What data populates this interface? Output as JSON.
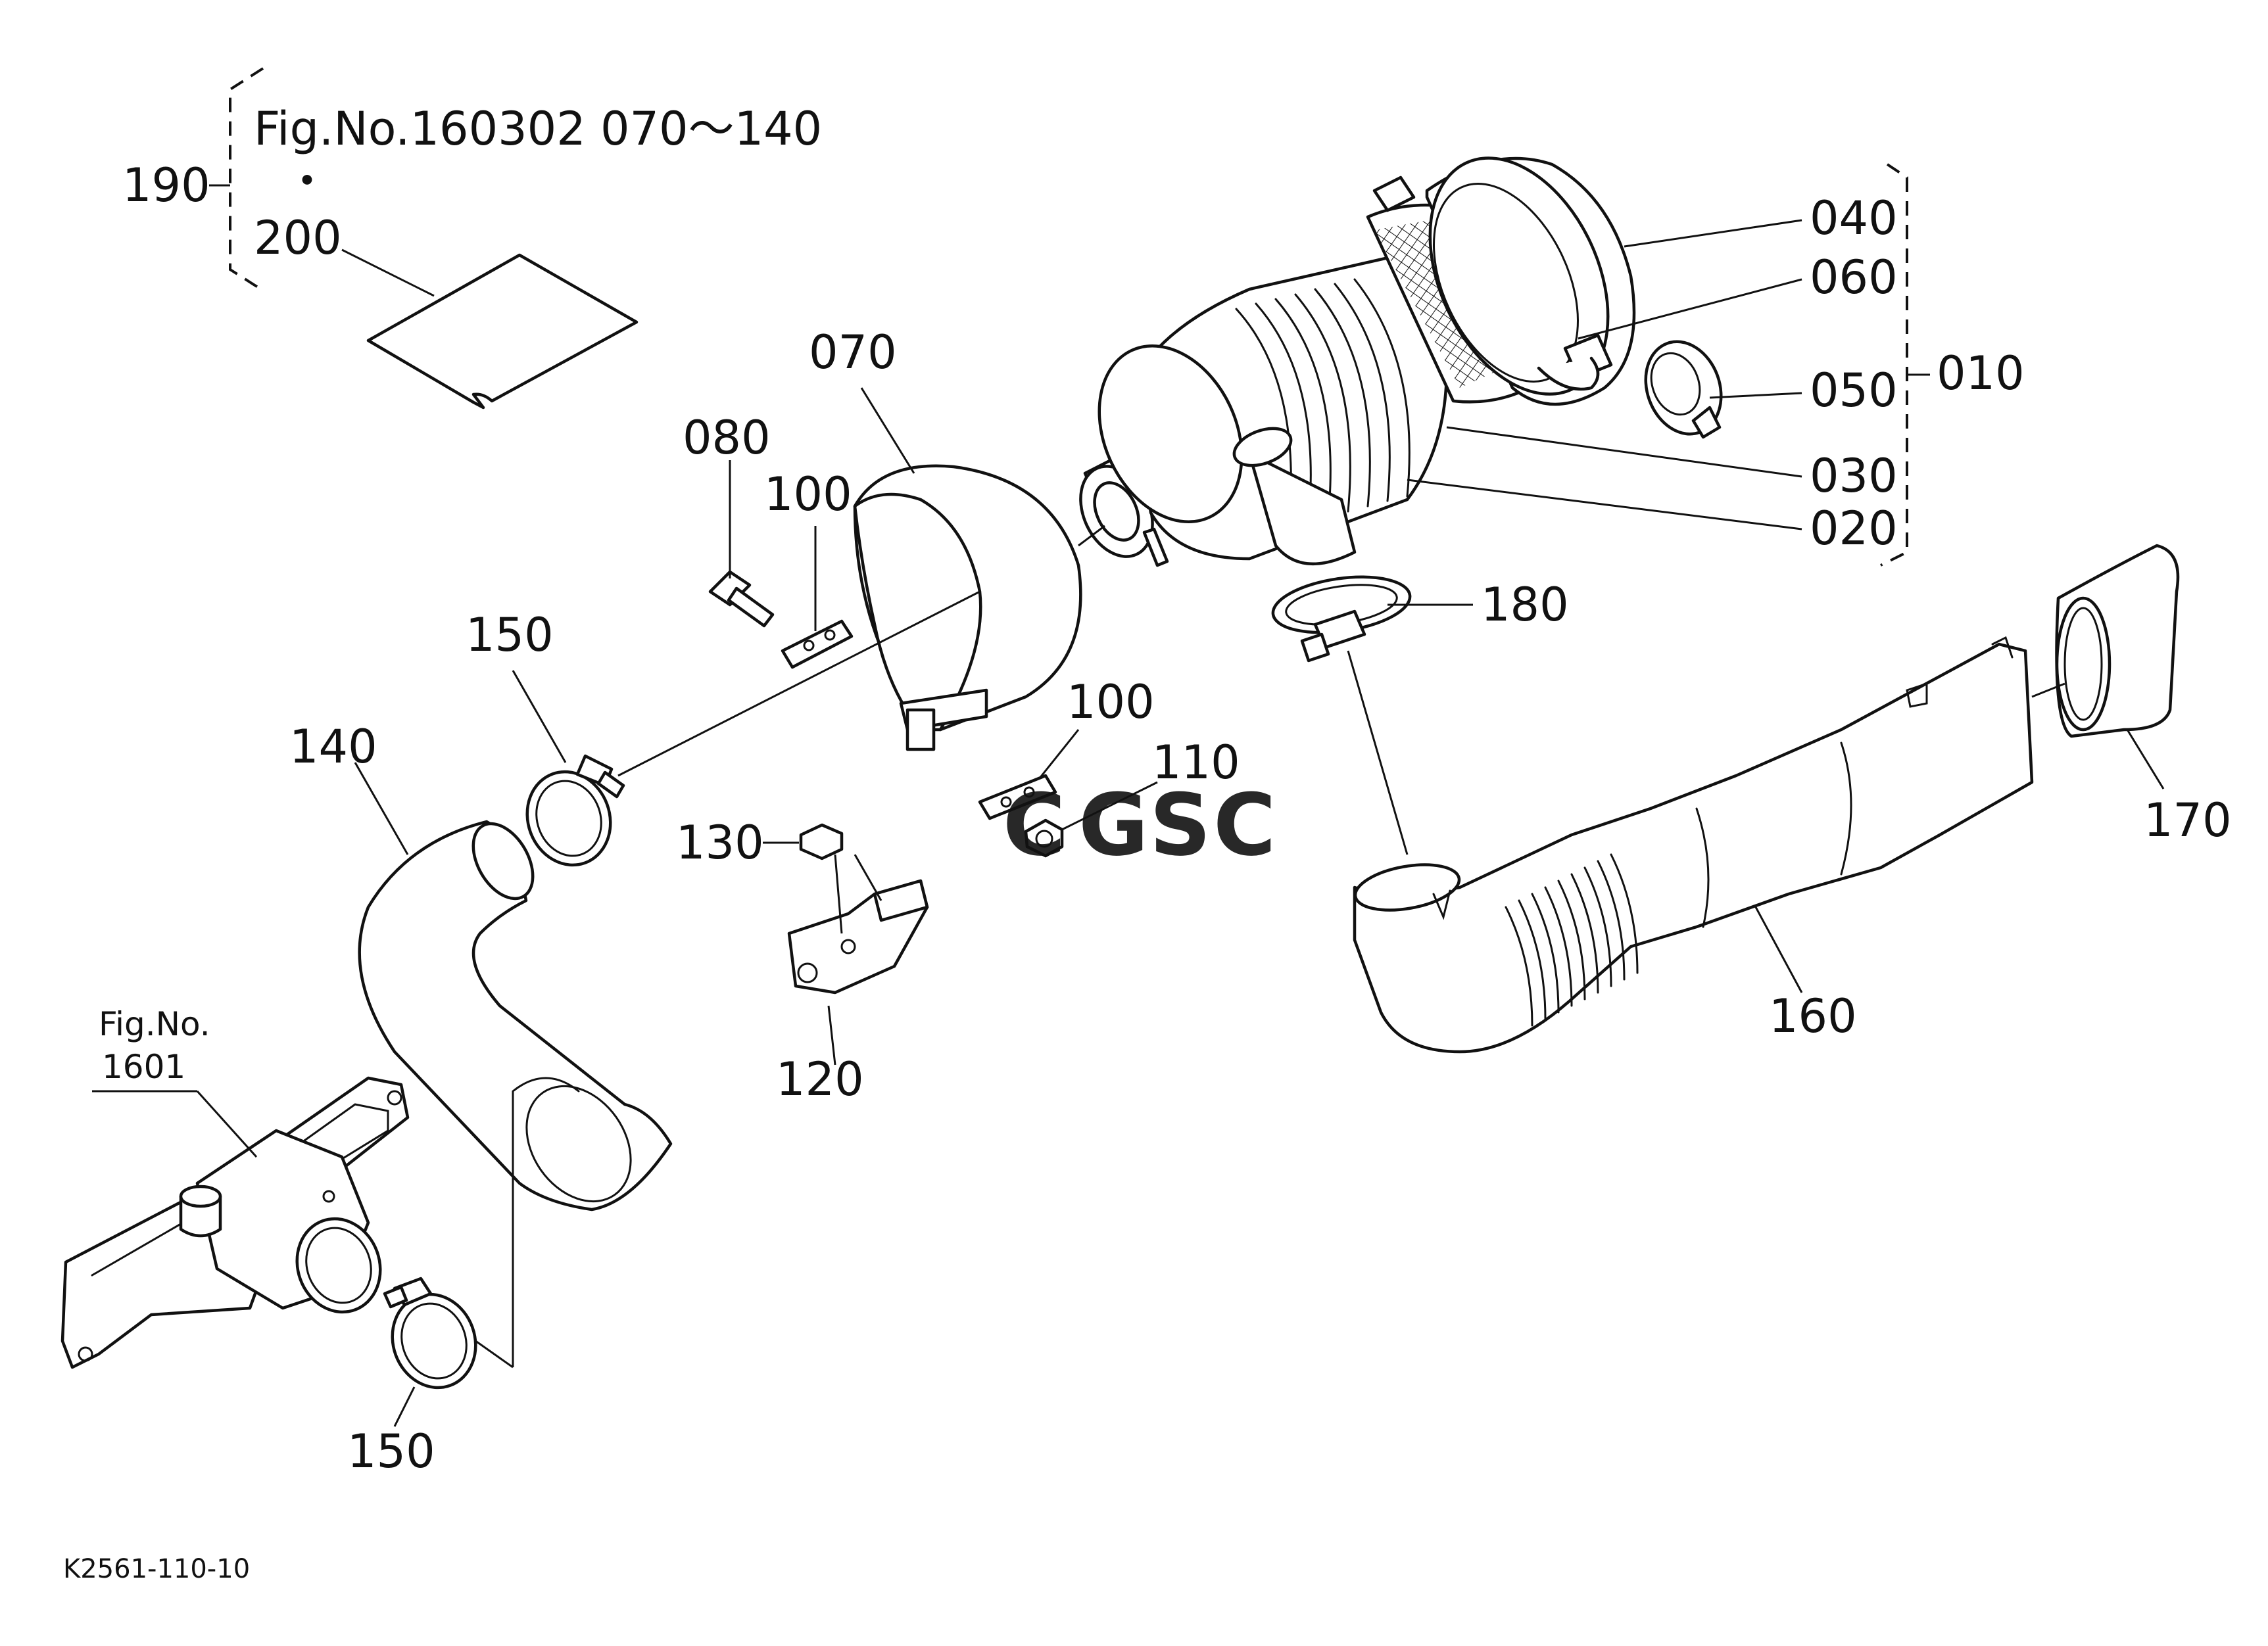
{
  "figure_ref": {
    "line1": "Fig.No.160302  070～140",
    "dot": "・",
    "doc_label": "200",
    "group_label": "190"
  },
  "callouts": {
    "c010": "010",
    "c020": "020",
    "c030": "030",
    "c040": "040",
    "c050": "050",
    "c060": "060",
    "c070": "070",
    "c080": "080",
    "c100a": "100",
    "c100b": "100",
    "c110": "110",
    "c120": "120",
    "c130": "130",
    "c140": "140",
    "c150a": "150",
    "c150b": "150",
    "c160": "160",
    "c170": "170",
    "c180": "180"
  },
  "engine_ref": {
    "line1": "Fig.No.",
    "line2": "1601"
  },
  "watermark": {
    "letters": [
      "C",
      "G",
      "S",
      "C"
    ],
    "colors": [
      "#6f9fe8",
      "#f08a7e",
      "#f6d24c",
      "#5dbf8e"
    ]
  },
  "drawing_code": "K2561-110-10"
}
